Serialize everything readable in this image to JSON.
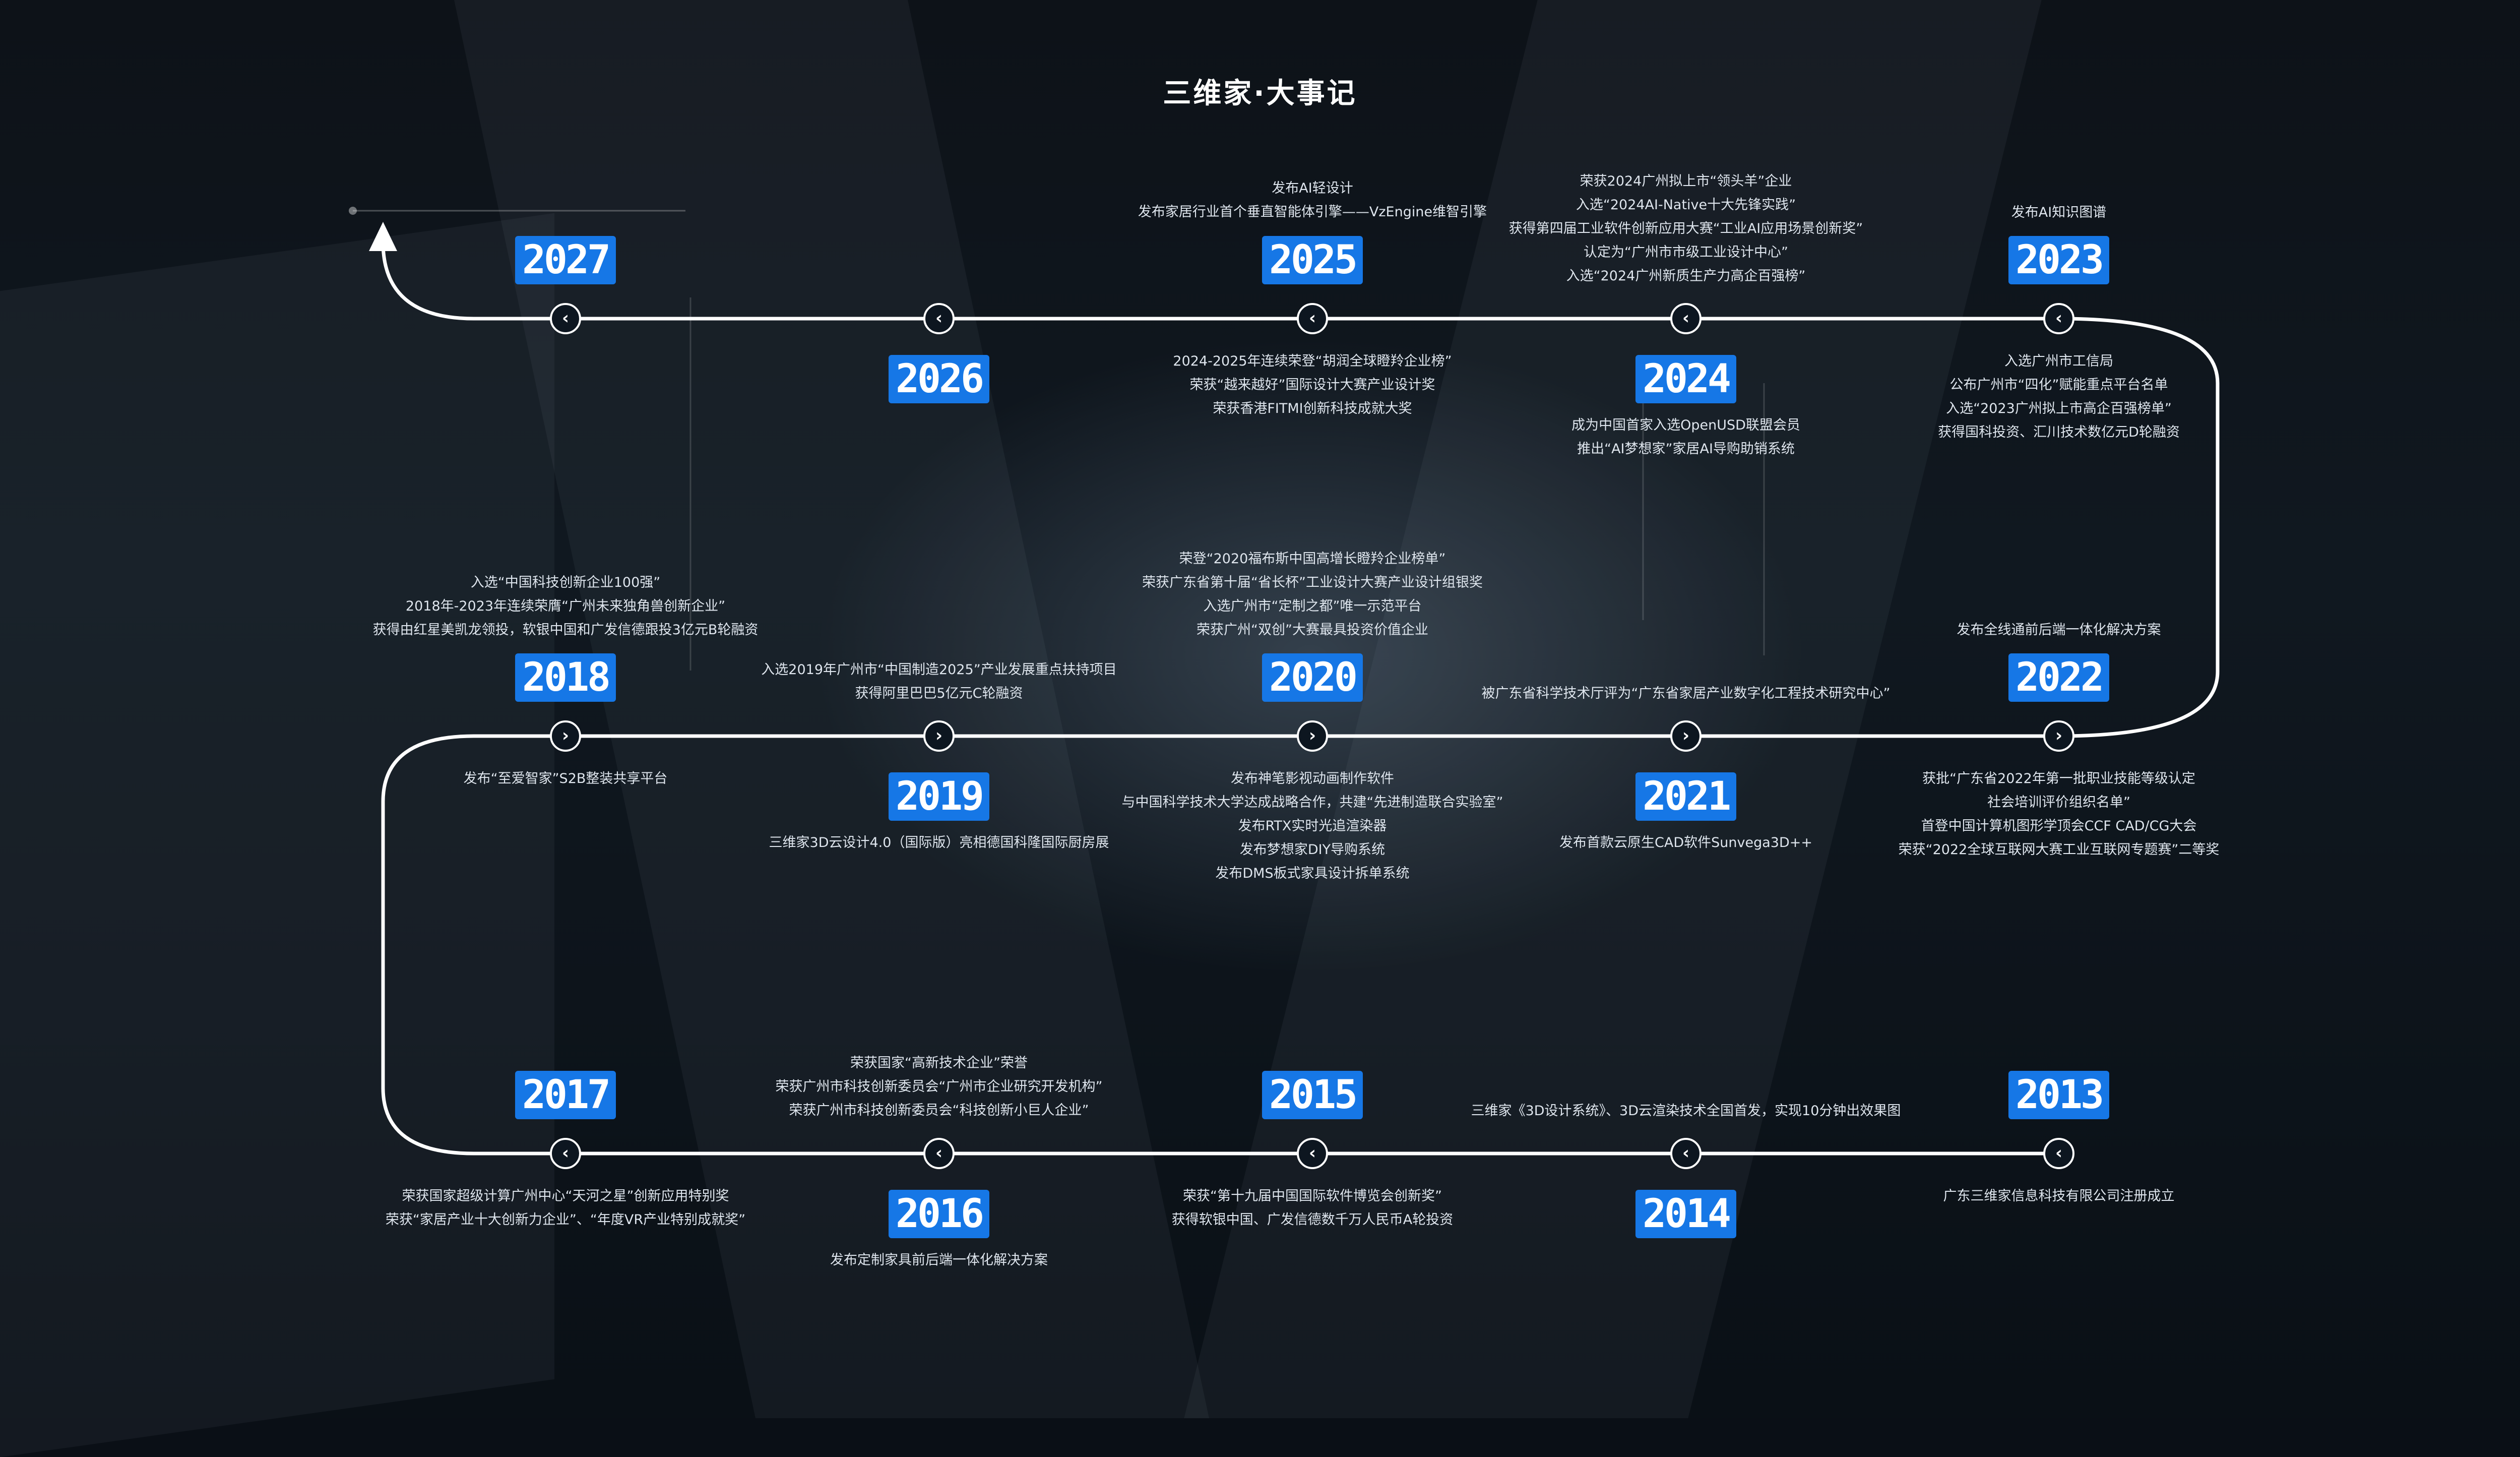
{
  "title": "三维家·大事记",
  "colors": {
    "accent": "#1677e6",
    "line": "#ffffff",
    "background": "#0a0f16"
  },
  "events": [
    {
      "year": "2027",
      "node_icon": "chevron-left-icon",
      "lines": []
    },
    {
      "year": "2026",
      "node_icon": "chevron-left-icon",
      "lines": []
    },
    {
      "year": "2025",
      "node_icon": "chevron-left-icon",
      "lines_above": [
        "发布AI轻设计",
        "发布家居行业首个垂直智能体引擎——VzEngine维智引擎"
      ],
      "lines_below": [
        "2024-2025年连续荣登“胡润全球瞪羚企业榜”",
        "荣获“越来越好”国际设计大赛产业设计奖",
        "荣获香港FITMI创新科技成就大奖"
      ]
    },
    {
      "year": "2024",
      "node_icon": "chevron-left-icon",
      "lines_above": [
        "荣获2024广州拟上市“领头羊”企业",
        "入选“2024AI-Native十大先锋实践”",
        "获得第四届工业软件创新应用大赛“工业AI应用场景创新奖”",
        "认定为“广州市市级工业设计中心”",
        "入选“2024广州新质生产力高企百强榜”"
      ],
      "lines_below": [
        "成为中国首家入选OpenUSD联盟会员",
        "推出“AI梦想家”家居AI导购助销系统"
      ]
    },
    {
      "year": "2023",
      "node_icon": "chevron-left-icon",
      "lines_above": [
        "发布AI知识图谱"
      ],
      "lines_below": [
        "入选广州市工信局",
        "公布广州市“四化”赋能重点平台名单",
        "入选“2023广州拟上市高企百强榜单”",
        "获得国科投资、汇川技术数亿元D轮融资"
      ]
    },
    {
      "year": "2018",
      "node_icon": "chevron-right-icon",
      "lines_above": [
        "入选“中国科技创新企业100强”",
        "2018年-2023年连续荣膺“广州未来独角兽创新企业”",
        "获得由红星美凯龙领投，软银中国和广发信德跟投3亿元B轮融资"
      ],
      "lines_below": [
        "发布“至爱智家”S2B整装共享平台"
      ]
    },
    {
      "year": "2019",
      "node_icon": "chevron-right-icon",
      "lines_above": [
        "入选2019年广州市“中国制造2025”产业发展重点扶持项目",
        "获得阿里巴巴5亿元C轮融资"
      ],
      "lines_below": [
        "三维家3D云设计4.0（国际版）亮相德国科隆国际厨房展"
      ]
    },
    {
      "year": "2020",
      "node_icon": "chevron-right-icon",
      "lines_above": [
        "荣登“2020福布斯中国高增长瞪羚企业榜单”",
        "荣获广东省第十届“省长杯”工业设计大赛产业设计组银奖",
        "入选广州市“定制之都”唯一示范平台",
        "荣获广州“双创”大赛最具投资价值企业"
      ],
      "lines_below": [
        "发布神笔影视动画制作软件",
        "与中国科学技术大学达成战略合作，共建“先进制造联合实验室”",
        "发布RTX实时光追渲染器",
        "发布梦想家DIY导购系统",
        "发布DMS板式家具设计拆单系统"
      ]
    },
    {
      "year": "2021",
      "node_icon": "chevron-right-icon",
      "lines_above": [
        "被广东省科学技术厅评为“广东省家居产业数字化工程技术研究中心”"
      ],
      "lines_below": [
        "发布首款云原生CAD软件Sunvega3D++"
      ]
    },
    {
      "year": "2022",
      "node_icon": "chevron-right-icon",
      "lines_above": [
        "发布全线通前后端一体化解决方案"
      ],
      "lines_below": [
        "获批“广东省2022年第一批职业技能等级认定",
        "社会培训评价组织名单”",
        "首登中国计算机图形学顶会CCF CAD/CG大会",
        "荣获“2022全球互联网大赛工业互联网专题赛”二等奖"
      ]
    },
    {
      "year": "2017",
      "node_icon": "chevron-left-icon",
      "lines_above": [],
      "lines_below": [
        "荣获国家超级计算广州中心“天河之星”创新应用特别奖",
        "荣获“家居产业十大创新力企业”、“年度VR产业特别成就奖”"
      ]
    },
    {
      "year": "2016",
      "node_icon": "chevron-left-icon",
      "lines_above": [
        "荣获国家“高新技术企业”荣誉",
        "荣获广州市科技创新委员会“广州市企业研究开发机构”",
        "荣获广州市科技创新委员会“科技创新小巨人企业”"
      ],
      "lines_below": [
        "发布定制家具前后端一体化解决方案"
      ]
    },
    {
      "year": "2015",
      "node_icon": "chevron-left-icon",
      "lines_above": [],
      "lines_below": [
        "荣获“第十九届中国国际软件博览会创新奖”",
        "获得软银中国、广发信德数千万人民币A轮投资"
      ]
    },
    {
      "year": "2014",
      "node_icon": "chevron-left-icon",
      "lines_above": [
        "三维家《3D设计系统》、3D云渲染技术全国首发，实现10分钟出效果图"
      ],
      "lines_below": []
    },
    {
      "year": "2013",
      "node_icon": "chevron-left-icon",
      "lines_above": [],
      "lines_below": [
        "广东三维家信息科技有限公司注册成立"
      ]
    }
  ]
}
